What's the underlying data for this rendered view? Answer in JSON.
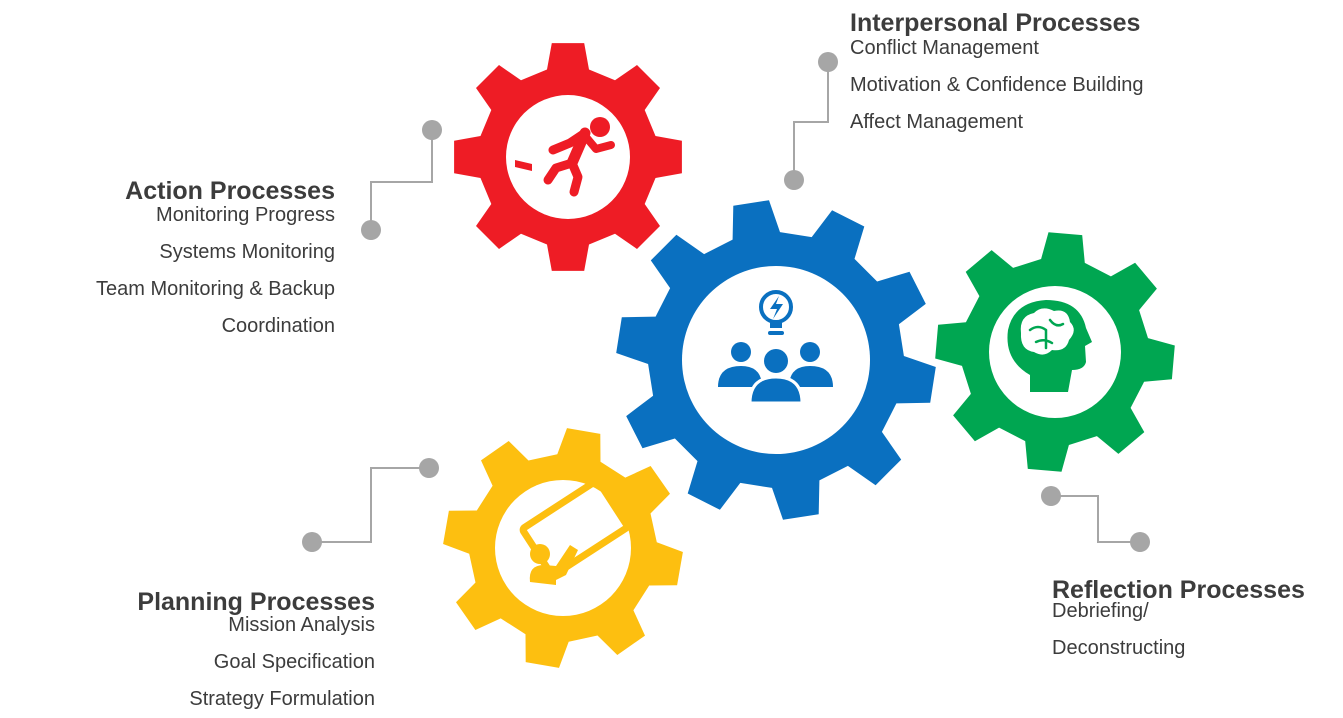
{
  "colors": {
    "action": "#ee1c25",
    "interpersonal": "#0a70c0",
    "reflection": "#00a651",
    "planning": "#fdbf10",
    "connector": "#a6a6a6",
    "text": "#3c3c3c"
  },
  "groups": {
    "interpersonal": {
      "title": "Interpersonal Processes",
      "items": [
        "Conflict Management",
        "Motivation & Confidence Building",
        "Affect Management"
      ]
    },
    "action": {
      "title": "Action Processes",
      "items": [
        "Monitoring Progress",
        "Systems Monitoring",
        "Team Monitoring & Backup",
        "Coordination"
      ]
    },
    "reflection": {
      "title": "Reflection Processes",
      "items": [
        "Debriefing/",
        "Deconstructing"
      ]
    },
    "planning": {
      "title": "Planning Processes",
      "items": [
        "Mission Analysis",
        "Goal Specification",
        "Strategy Formulation"
      ]
    }
  },
  "icons": {
    "action": "running-person-icon",
    "interpersonal": "team-idea-icon",
    "reflection": "brain-head-icon",
    "planning": "presentation-icon"
  }
}
